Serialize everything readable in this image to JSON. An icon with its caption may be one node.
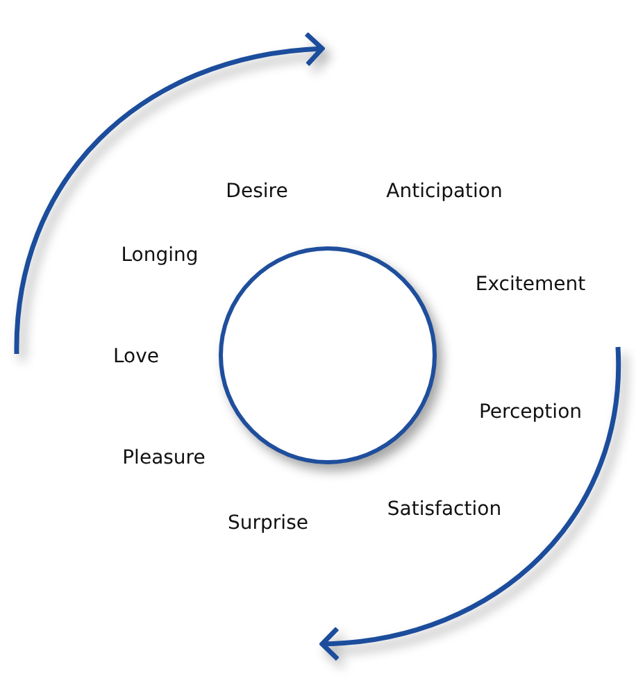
{
  "diagram": {
    "nodes": [
      {
        "text": [],
        "shape": "circle"
      }
    ],
    "labels": [
      "Desire",
      "Anticipation",
      "Longing",
      "Excitement",
      "Love",
      "Perception",
      "Pleasure",
      "Satisfaction",
      "Surprise"
    ]
  }
}
